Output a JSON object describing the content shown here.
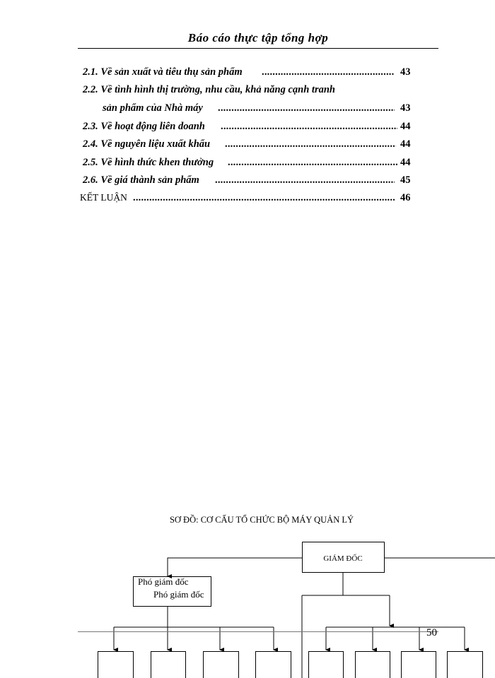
{
  "header": {
    "title": "Báo cáo thực tập tổng hợp"
  },
  "toc": [
    {
      "text": "2.1. Về sản xuất và tiêu thụ sản phẩm",
      "page": "43"
    },
    {
      "text": "2.2. Về tình hình thị trường, nhu cầu, khả năng cạnh tranh",
      "page": ""
    },
    {
      "text": "sản phẩm của Nhà máy",
      "page": "43"
    },
    {
      "text": "2.3. Về hoạt động liên doanh",
      "page": "44"
    },
    {
      "text": "2.4. Về nguyên liệu xuất khẩu",
      "page": "44"
    },
    {
      "text": "2.5. Về hình thức khen thưởng",
      "page": "44"
    },
    {
      "text": "2.6. Về giá thành sản phẩm",
      "page": "45"
    },
    {
      "text": "KẾT LUẬN",
      "page": "46"
    }
  ],
  "diagram": {
    "title": "SƠ ĐỒ: CƠ CẤU TỔ CHỨC BỘ MÁY QUẢN LÝ",
    "director": "GIÁM ĐỐC",
    "deputy_line1": "Phó giám đốc",
    "deputy_line2": "Phó giám đốc"
  },
  "footer": {
    "page_number": "50"
  }
}
